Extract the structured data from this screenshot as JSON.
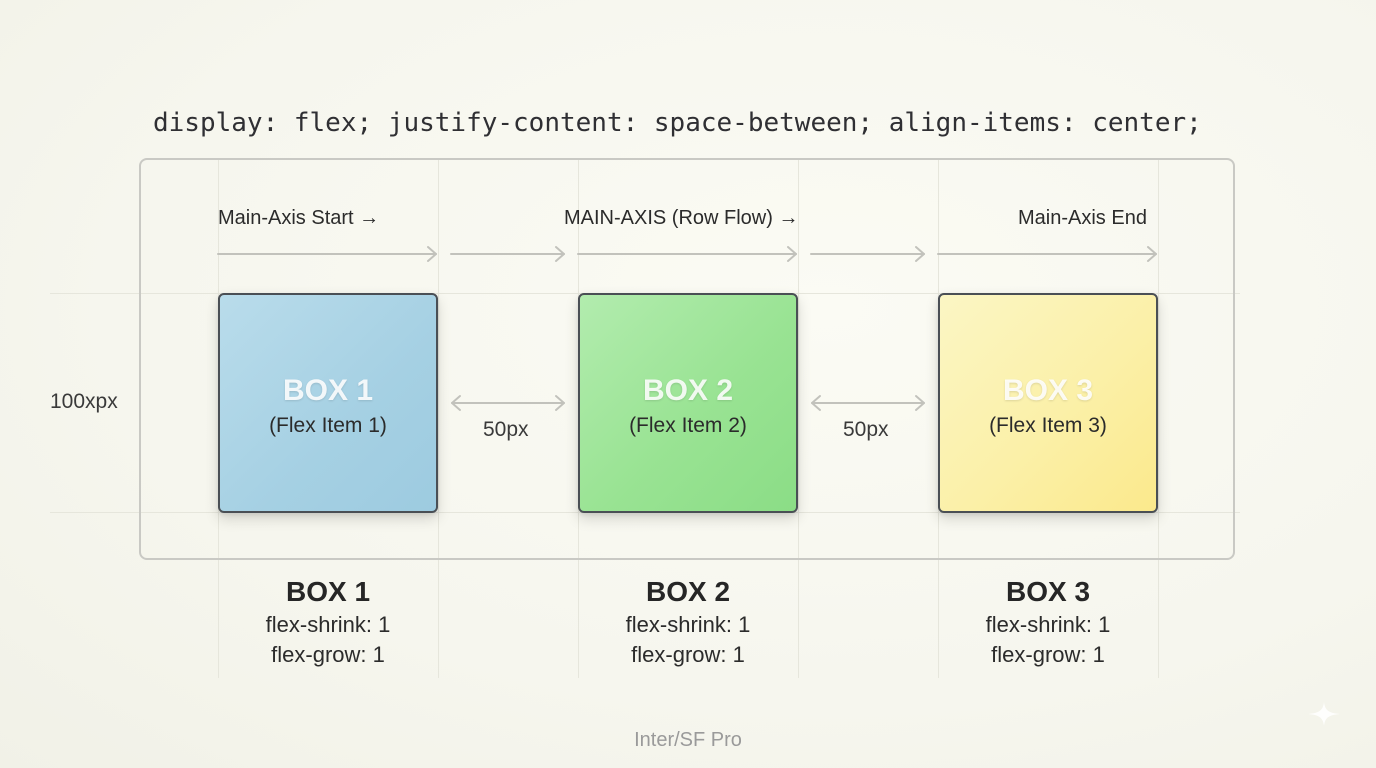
{
  "css_rule": "display: flex; justify-content: space-between; align-items: center;",
  "axis": {
    "start_label": "Main-Axis Start →",
    "main_label": "MAIN-AXIS (Row Flow) →",
    "end_label": "Main-Axis End"
  },
  "cross_size_label": "100xpx",
  "boxes": [
    {
      "title": "BOX 1",
      "subtitle": "(Flex Item 1)",
      "color": "#a5d0e3"
    },
    {
      "title": "BOX 2",
      "subtitle": "(Flex Item 2)",
      "color": "#99e393"
    },
    {
      "title": "BOX 3",
      "subtitle": "(Flex Item 3)",
      "color": "#fbf0a8"
    }
  ],
  "gaps": [
    "50px",
    "50px"
  ],
  "properties": [
    {
      "title": "BOX 1",
      "shrink": "flex-shrink: 1",
      "grow": "flex-grow: 1"
    },
    {
      "title": "BOX 2",
      "shrink": "flex-shrink: 1",
      "grow": "flex-grow: 1"
    },
    {
      "title": "BOX 3",
      "shrink": "flex-shrink: 1",
      "grow": "flex-grow: 1"
    }
  ],
  "font_note": "Inter/SF Pro",
  "colors": {
    "border": "#4a4f55",
    "frame": "#c9c9c4",
    "arrow": "#c2c2bc",
    "background": "#f6f6ee"
  }
}
